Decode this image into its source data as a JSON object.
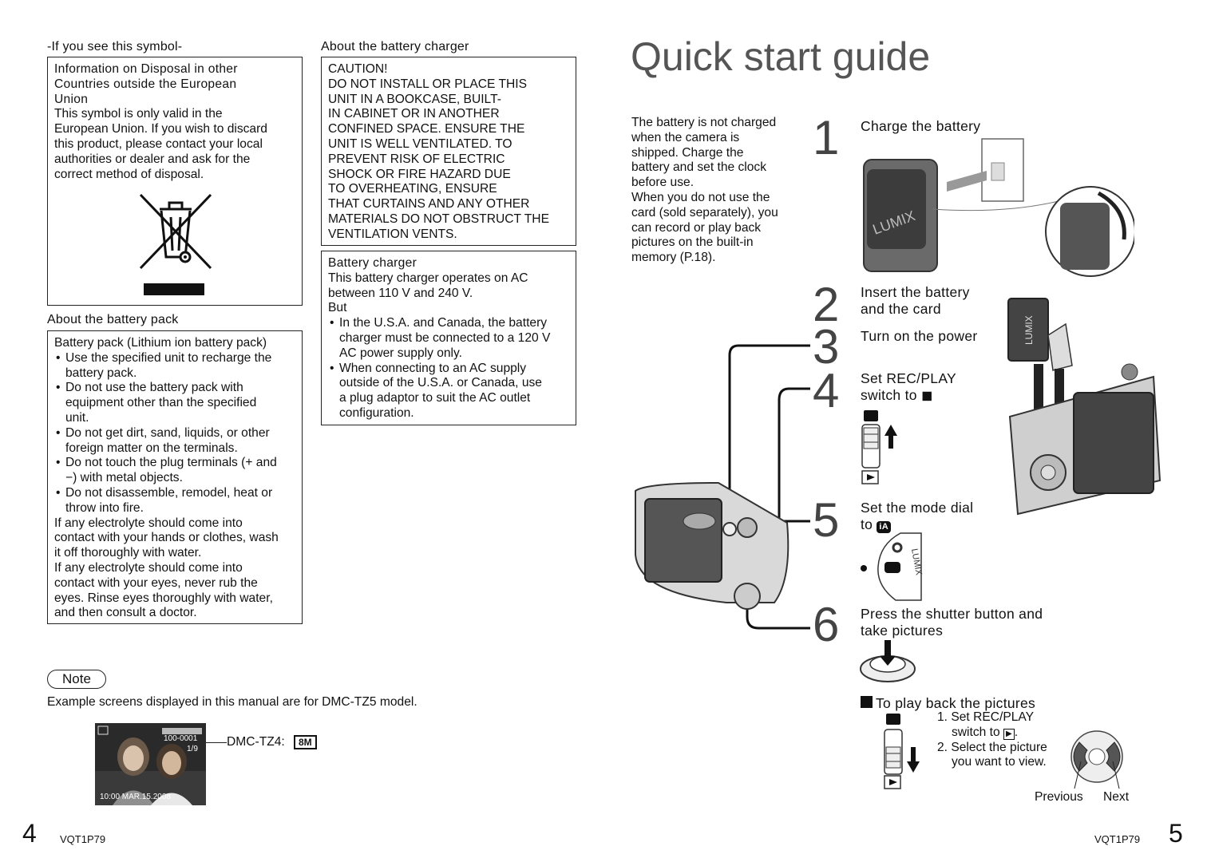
{
  "left": {
    "symbol_heading": "-If you see this symbol-",
    "disposal": {
      "title_lines": [
        "Information on Disposal in other",
        "Countries outside the European",
        "Union"
      ],
      "body_lines": [
        "This symbol is only valid in the",
        "European Union. If you wish to discard",
        "this product, please contact your local",
        "authorities or dealer and ask for the",
        "correct method of disposal."
      ]
    },
    "pack_heading": "About the battery pack",
    "pack": {
      "title": "Battery pack (Lithium ion battery pack)",
      "bullets": [
        [
          "Use the specified unit to recharge the",
          "battery pack."
        ],
        [
          "Do not use the battery pack with",
          "equipment other than the specified",
          "unit."
        ],
        [
          "Do not get dirt, sand, liquids, or other",
          "foreign matter on the terminals."
        ],
        [
          "Do not touch the plug terminals (+ and",
          "−) with metal objects."
        ],
        [
          "Do not disassemble, remodel, heat or",
          "throw into fire."
        ]
      ],
      "tail_lines": [
        "If any electrolyte should come into",
        "contact with your hands or clothes, wash",
        "it off thoroughly with water.",
        "If any electrolyte should come into",
        "contact with your eyes, never rub the",
        "eyes. Rinse eyes thoroughly with water,",
        "and then consult a doctor."
      ]
    },
    "charger_heading": "About the battery charger",
    "caution_lines": [
      "CAUTION!",
      "DO NOT INSTALL OR PLACE THIS",
      "UNIT IN A BOOKCASE, BUILT-",
      "IN CABINET OR IN ANOTHER",
      "CONFINED SPACE. ENSURE THE",
      "UNIT IS WELL VENTILATED. TO",
      "PREVENT RISK OF ELECTRIC",
      "SHOCK OR FIRE HAZARD DUE",
      "TO OVERHEATING, ENSURE",
      "THAT CURTAINS AND ANY OTHER",
      "MATERIALS DO NOT OBSTRUCT THE",
      "VENTILATION VENTS."
    ],
    "charger": {
      "lines": [
        "Battery charger",
        "This battery charger operates on AC",
        "between 110 V and 240 V.",
        "But"
      ],
      "bullets": [
        [
          "In the U.S.A. and Canada, the battery",
          "charger must be connected to a 120 V",
          "AC power supply only."
        ],
        [
          "When connecting to an AC supply",
          "outside of the U.S.A. or Canada, use",
          "a plug adaptor to suit the AC outlet",
          "configuration."
        ]
      ]
    },
    "note_label": "Note",
    "note_text": "Example screens displayed in this manual are for DMC-TZ5 model.",
    "screen": {
      "counter": "100-0001",
      "frame": "1/9",
      "datetime": "10:00 MAR.15.2008",
      "model_label": "DMC-TZ4:",
      "size_badge": "8M"
    },
    "page_number": "4",
    "code": "VQT1P79"
  },
  "right": {
    "title": "Quick start guide",
    "intro_lines": [
      "The battery is not charged",
      "when the camera is",
      "shipped. Charge the",
      "battery and set the clock",
      "before use.",
      "When you do not use the",
      "card (sold separately), you",
      "can record or play back",
      "pictures on the built-in",
      "memory (P.18)."
    ],
    "steps": [
      {
        "num": "1",
        "lines": [
          "Charge the battery"
        ]
      },
      {
        "num": "2",
        "lines": [
          "Insert the battery",
          "and the card"
        ]
      },
      {
        "num": "3",
        "lines": [
          "Turn on the power"
        ]
      },
      {
        "num": "4",
        "lines": [
          "Set REC/PLAY",
          "switch to"
        ]
      },
      {
        "num": "5",
        "lines": [
          "Set the mode dial",
          "to"
        ]
      },
      {
        "num": "6",
        "lines": [
          "Press the shutter button and",
          "take pictures"
        ]
      }
    ],
    "lumix_text": "LUMIX",
    "ia_label": "iA",
    "playback": {
      "title": "To play back the pictures",
      "items": [
        "1. Set REC/PLAY",
        "switch to",
        "2. Select the picture",
        "you want to view."
      ],
      "previous": "Previous",
      "next": "Next"
    },
    "page_number": "5",
    "code": "VQT1P79"
  }
}
